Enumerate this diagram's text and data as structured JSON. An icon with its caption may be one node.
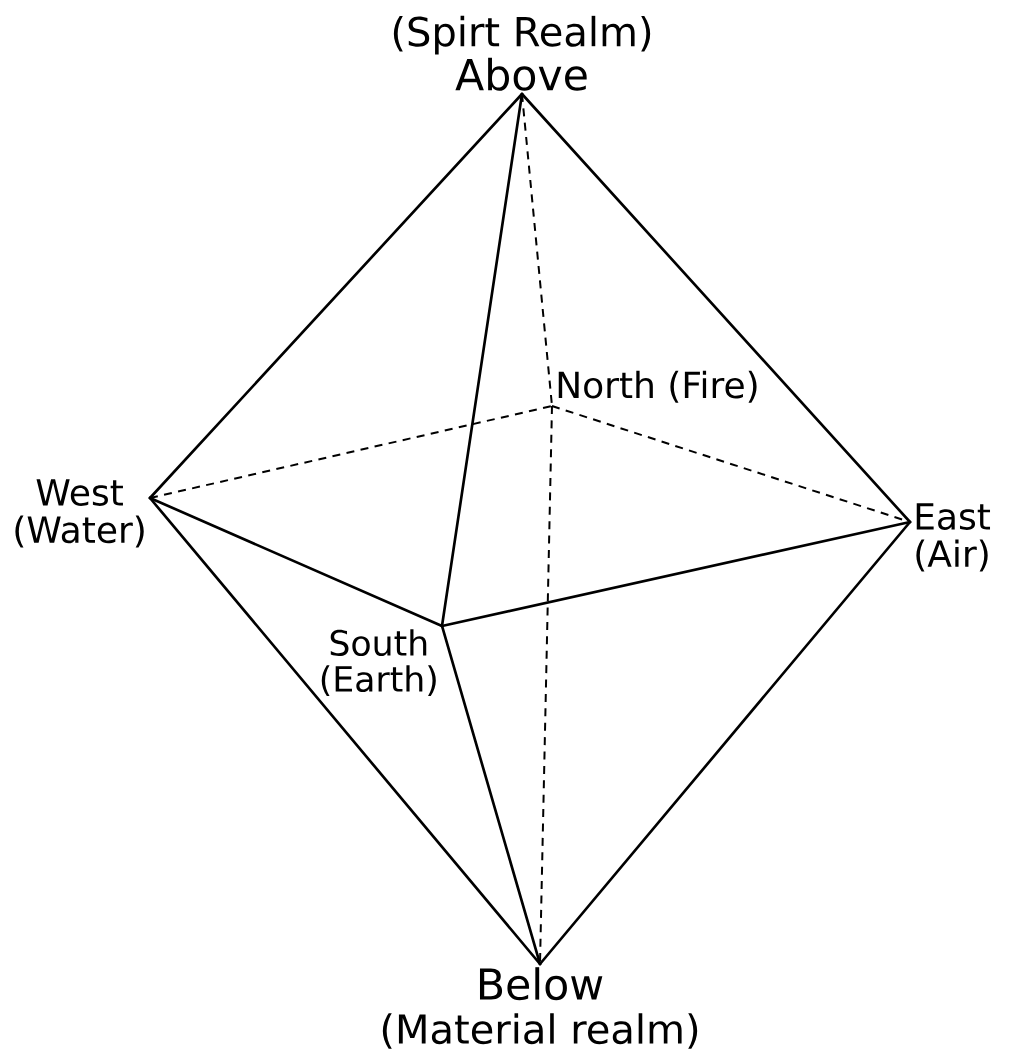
{
  "diagram": {
    "nodes": [
      {
        "text": [
          "(Spirt Realm)",
          "Above"
        ]
      },
      {
        "text": [
          "North (Fire)"
        ]
      },
      {
        "text": [
          "West (Water)"
        ]
      },
      {
        "text": [
          "East (Air)"
        ]
      },
      {
        "text": [
          "South (Earth)"
        ]
      },
      {
        "text": [
          "Below",
          "(Material realm)"
        ]
      }
    ],
    "edges": [
      {
        "from": 0,
        "to": 2,
        "arrow": "none"
      },
      {
        "from": 0,
        "to": 3,
        "arrow": "none"
      },
      {
        "from": 0,
        "to": 4,
        "arrow": "none"
      },
      {
        "from": 0,
        "to": 1,
        "arrow": "none",
        "style": "dashed"
      },
      {
        "from": 2,
        "to": 1,
        "arrow": "none",
        "style": "dashed"
      },
      {
        "from": 1,
        "to": 3,
        "arrow": "none",
        "style": "dashed"
      },
      {
        "from": 2,
        "to": 4,
        "arrow": "none"
      },
      {
        "from": 4,
        "to": 3,
        "arrow": "none"
      },
      {
        "from": 1,
        "to": 5,
        "arrow": "none",
        "style": "dashed"
      },
      {
        "from": 2,
        "to": 5,
        "arrow": "none"
      },
      {
        "from": 4,
        "to": 5,
        "arrow": "none"
      },
      {
        "from": 3,
        "to": 5,
        "arrow": "none"
      }
    ]
  }
}
